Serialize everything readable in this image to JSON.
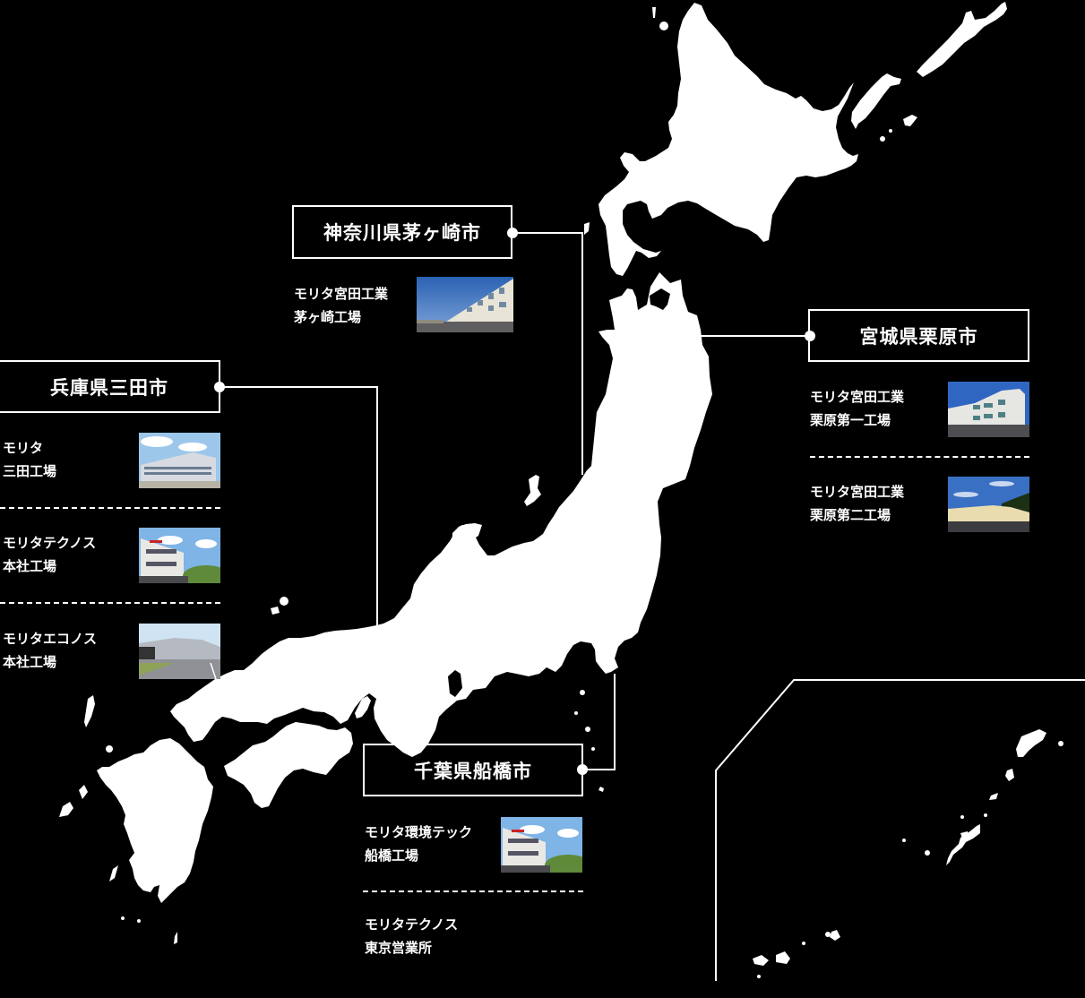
{
  "map": {
    "background": "#000000",
    "land_color": "#ffffff",
    "line_color": "#ffffff"
  },
  "regions": [
    {
      "id": "kanagawa",
      "label": "神奈川県茅ヶ崎市",
      "sites": [
        {
          "line1": "モリタ宮田工業",
          "line2": "茅ヶ崎工場",
          "has_photo": true,
          "photo": "factory-photo-chigasaki"
        }
      ]
    },
    {
      "id": "hyogo",
      "label": "兵庫県三田市",
      "sites": [
        {
          "line1": "モリタ",
          "line2": "三田工場",
          "has_photo": true,
          "photo": "factory-photo-sanda"
        },
        {
          "line1": "モリタテクノス",
          "line2": "本社工場",
          "has_photo": true,
          "photo": "factory-photo-technos"
        },
        {
          "line1": "モリタエコノス",
          "line2": "本社工場",
          "has_photo": true,
          "photo": "factory-photo-econos"
        }
      ]
    },
    {
      "id": "miyagi",
      "label": "宮城県栗原市",
      "sites": [
        {
          "line1": "モリタ宮田工業",
          "line2": "栗原第一工場",
          "has_photo": true,
          "photo": "factory-photo-kurihara-1"
        },
        {
          "line1": "モリタ宮田工業",
          "line2": "栗原第二工場",
          "has_photo": true,
          "photo": "factory-photo-kurihara-2"
        }
      ]
    },
    {
      "id": "chiba",
      "label": "千葉県船橋市",
      "sites": [
        {
          "line1": "モリタ環境テック",
          "line2": "船橋工場",
          "has_photo": true,
          "photo": "factory-photo-funabashi"
        },
        {
          "line1": "モリタテクノス",
          "line2": "東京営業所",
          "has_photo": false
        }
      ]
    }
  ]
}
